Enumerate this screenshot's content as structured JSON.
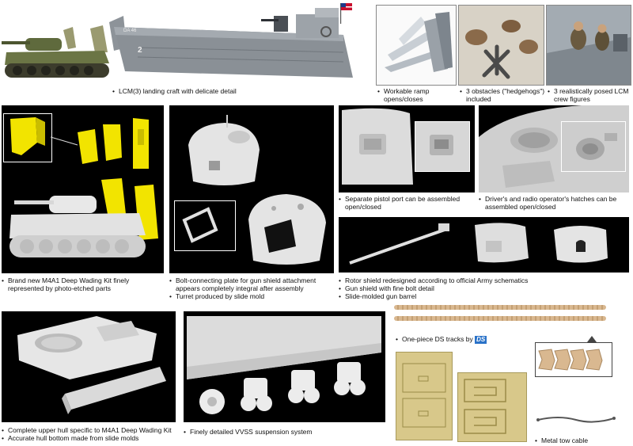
{
  "header": {
    "lcm_caption": "LCM(3) landing craft with delicate detail",
    "lcm_hull_text": "2",
    "lcm_bow_text": "DA 46",
    "ramp_caption": [
      "Workable ramp",
      "opens/closes"
    ],
    "obstacles_caption": [
      "3 obstacles (\"hedgehogs\")",
      "included"
    ],
    "crew_caption": [
      "3 realistically posed LCM",
      "crew figures"
    ]
  },
  "row2": {
    "wading_caption": [
      "Brand new M4A1 Deep Wading Kit finely",
      "represented by photo-etched parts"
    ],
    "turret_caption": [
      "Bolt-connecting plate for gun shield attachment",
      "appears completely integral after assembly",
      "Turret produced by slide mold"
    ],
    "pistol_caption": [
      "Separate pistol port can be assembled",
      "open/closed"
    ],
    "hatch_caption": [
      "Driver's and radio operator's hatches can be",
      "assembled open/closed"
    ],
    "rotor_caption": [
      "Rotor shield redesigned according to official Army schematics",
      "Gun shield with fine bolt detail",
      "Slide-molded gun barrel"
    ]
  },
  "row3": {
    "hull_caption": [
      "Complete upper hull specific to M4A1 Deep Wading Kit",
      "Accurate hull bottom made from slide molds"
    ],
    "vvss_caption": [
      "Finely detailed VVSS suspension system"
    ],
    "tracks_caption": "One-piece DS tracks by",
    "ds_logo": "DS",
    "cable_caption": "Metal tow cable"
  },
  "colors": {
    "panel_bg": "#000000",
    "kit_grey": "#e8e8e8",
    "etch_yellow": "#f2e400",
    "track_tan": "#d9b890",
    "fret_gold": "#d8c88a"
  }
}
